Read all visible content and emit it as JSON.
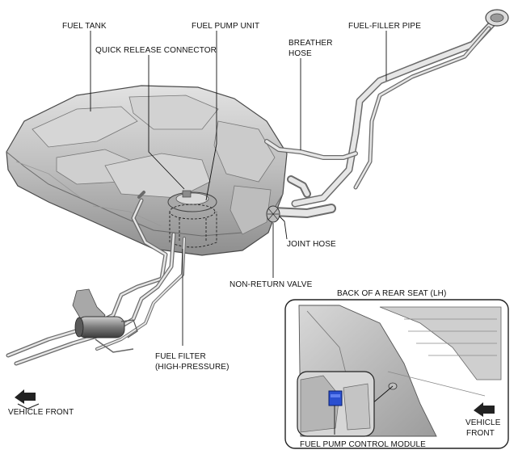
{
  "labels": {
    "fuel_tank": "FUEL TANK",
    "fuel_pump_unit": "FUEL PUMP UNIT",
    "quick_release_connector": "QUICK RELEASE CONNECTOR",
    "breather_hose_line1": "BREATHER",
    "breather_hose_line2": "HOSE",
    "fuel_filler_pipe": "FUEL-FILLER PIPE",
    "joint_hose": "JOINT HOSE",
    "non_return_valve": "NON-RETURN VALVE",
    "fuel_filter_line1": "FUEL FILTER",
    "fuel_filter_line2": "(HIGH-PRESSURE)",
    "vehicle_front_left": "VEHICLE FRONT",
    "inset_title": "BACK OF A REAR SEAT (LH)",
    "vehicle_front_right_line1": "VEHICLE",
    "vehicle_front_right_line2": "FRONT",
    "fuel_pump_control_module": "FUEL PUMP CONTROL MODULE"
  },
  "colors": {
    "tank_fill": "#c9c9c9",
    "tank_shadow": "#8a8a8a",
    "outline": "#4a4a4a",
    "module_blue": "#2a4fd0"
  }
}
